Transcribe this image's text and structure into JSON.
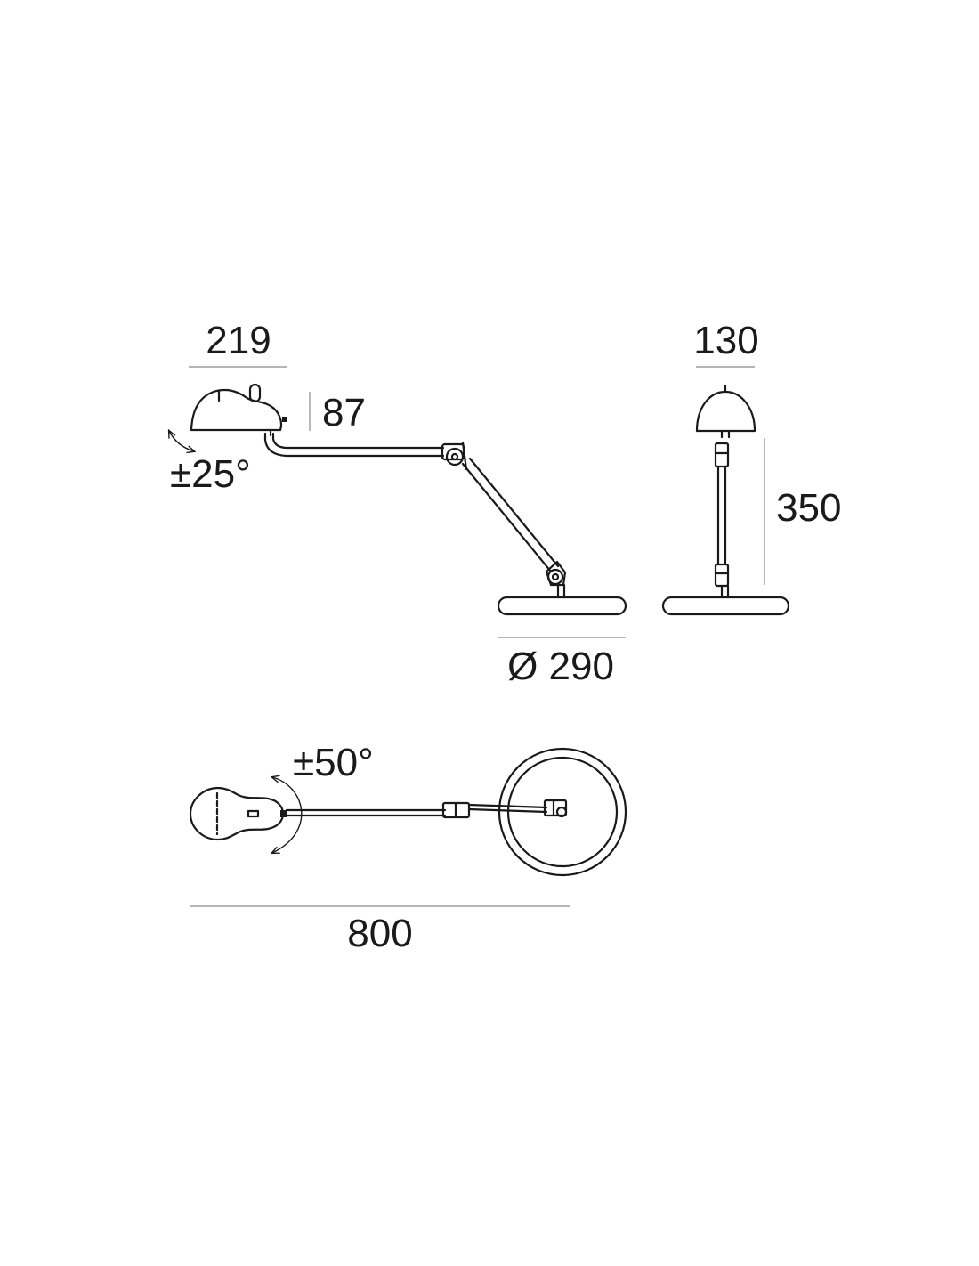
{
  "dimensions": {
    "shade_width": "219",
    "shade_height": "87",
    "shade_tilt": "±25°",
    "depth": "130",
    "height": "350",
    "base_diameter": "Ø 290",
    "head_rotation": "±50°",
    "total_length": "800"
  },
  "colors": {
    "line": "#1a1a1a",
    "dimension_line": "#8a8a8a",
    "background": "#ffffff"
  }
}
